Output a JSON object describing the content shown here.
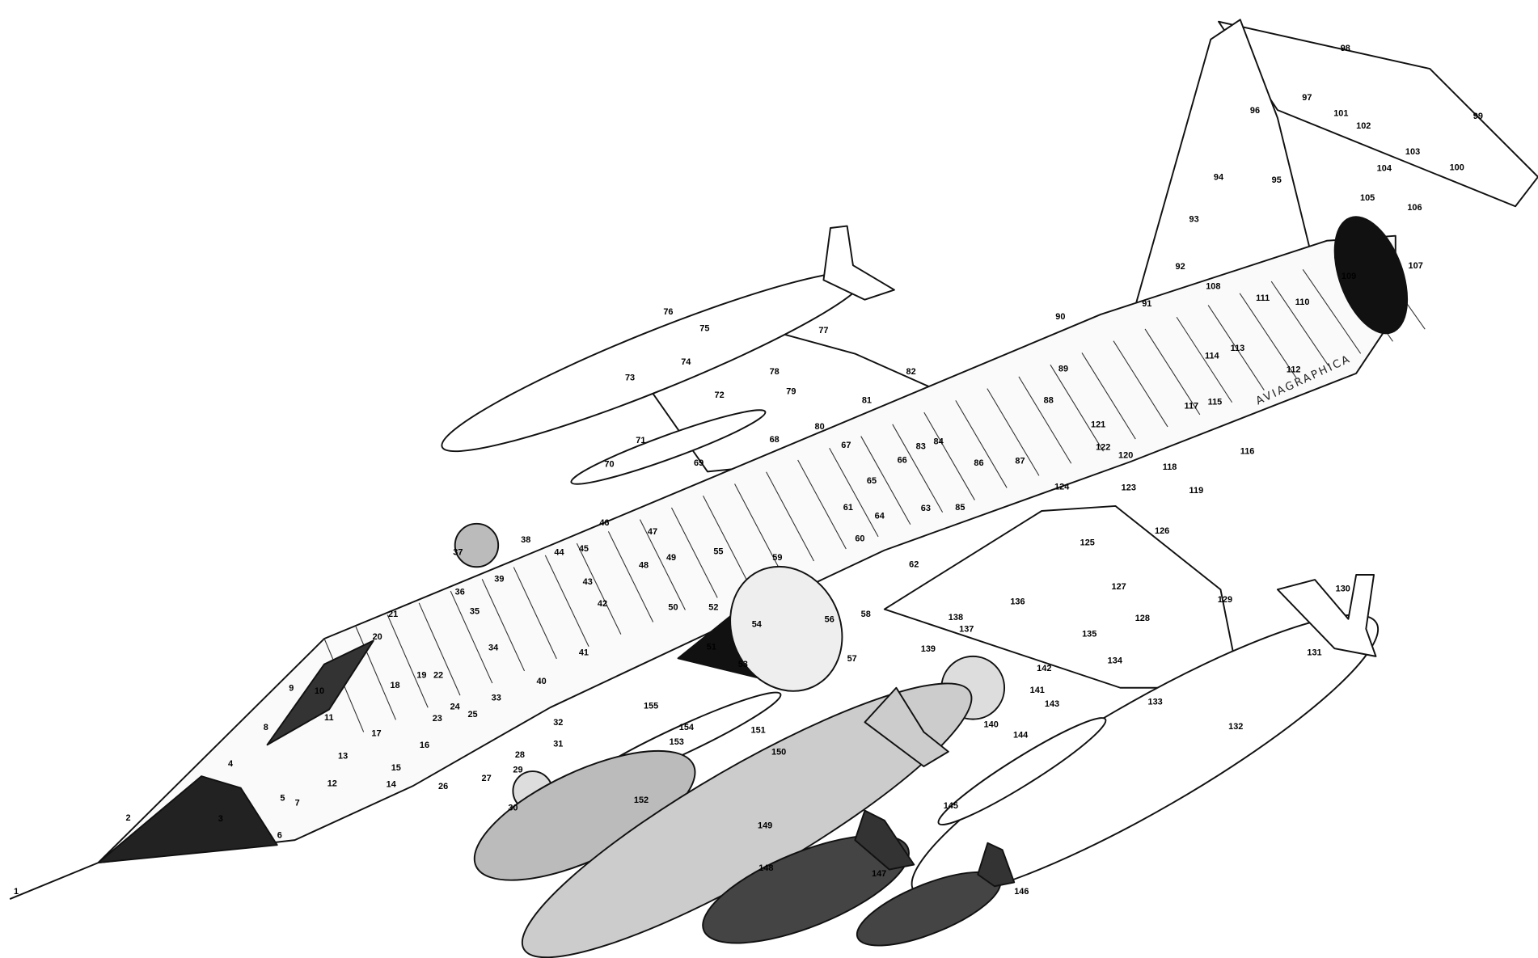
{
  "diagram": {
    "watermark": "AVIAGRAPHICA",
    "callouts": [
      "1",
      "2",
      "3",
      "4",
      "5",
      "6",
      "7",
      "8",
      "9",
      "10",
      "11",
      "12",
      "13",
      "14",
      "15",
      "16",
      "17",
      "18",
      "19",
      "20",
      "21",
      "22",
      "23",
      "24",
      "25",
      "26",
      "27",
      "28",
      "29",
      "30",
      "31",
      "32",
      "33",
      "34",
      "35",
      "36",
      "37",
      "38",
      "39",
      "40",
      "41",
      "42",
      "43",
      "44",
      "45",
      "46",
      "47",
      "48",
      "49",
      "50",
      "51",
      "52",
      "53",
      "54",
      "55",
      "56",
      "57",
      "58",
      "59",
      "60",
      "61",
      "62",
      "63",
      "64",
      "65",
      "66",
      "67",
      "68",
      "69",
      "70",
      "71",
      "72",
      "73",
      "74",
      "75",
      "76",
      "77",
      "78",
      "79",
      "80",
      "81",
      "82",
      "83",
      "84",
      "85",
      "86",
      "87",
      "88",
      "89",
      "90",
      "91",
      "92",
      "93",
      "94",
      "95",
      "96",
      "97",
      "98",
      "99",
      "100",
      "101",
      "102",
      "103",
      "104",
      "105",
      "106",
      "107",
      "108",
      "109",
      "110",
      "111",
      "112",
      "113",
      "114",
      "115",
      "116",
      "117",
      "118",
      "119",
      "120",
      "121",
      "122",
      "123",
      "124",
      "125",
      "126",
      "127",
      "128",
      "129",
      "130",
      "131",
      "132",
      "133",
      "134",
      "135",
      "136",
      "137",
      "138",
      "139",
      "140",
      "141",
      "142",
      "143",
      "144",
      "145",
      "146",
      "147",
      "148",
      "149",
      "150",
      "151",
      "152",
      "153",
      "154",
      "155"
    ],
    "colors": {
      "ink": "#111111",
      "shade_dark": "#222222",
      "shade_mid": "#9a9a9a",
      "shade_light": "#cccccc"
    }
  }
}
